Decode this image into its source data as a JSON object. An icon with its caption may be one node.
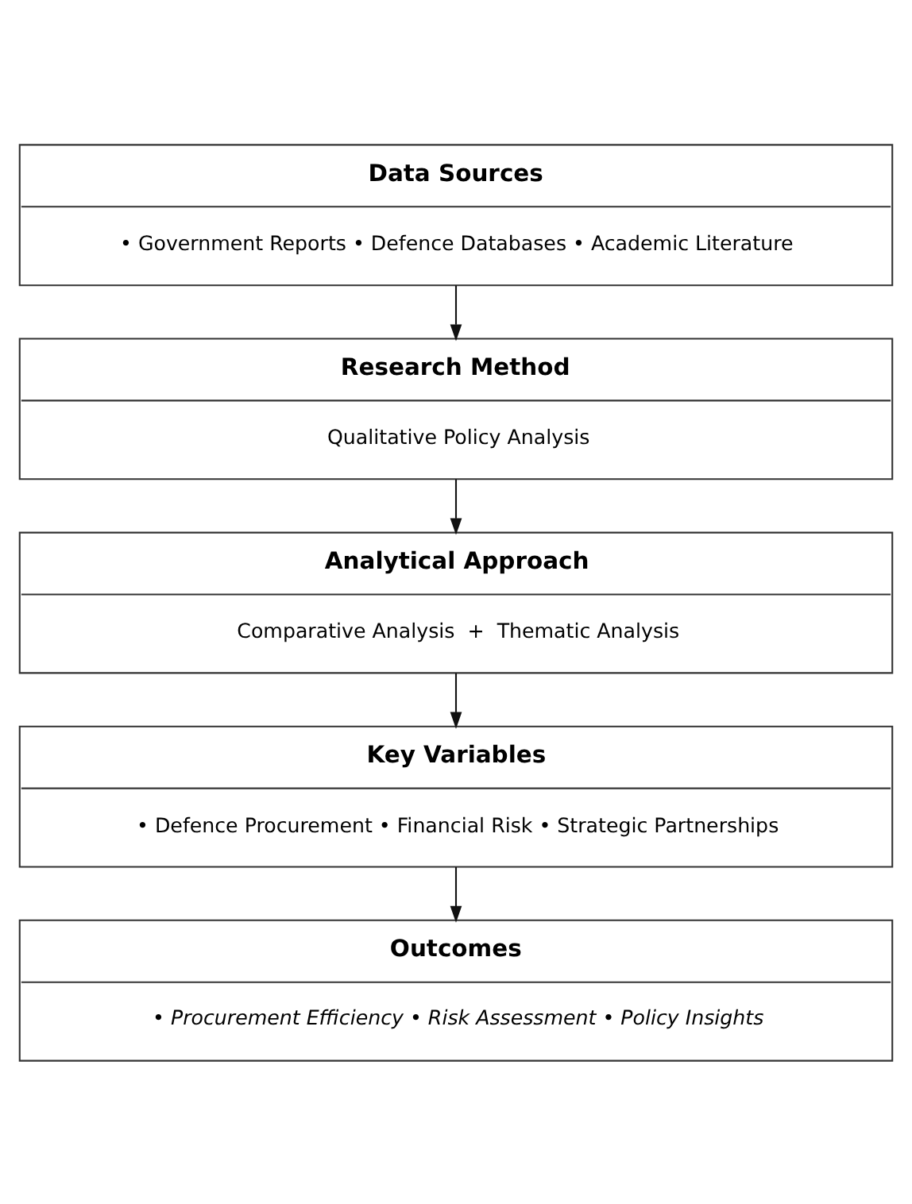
{
  "diagram": {
    "nodes": [
      {
        "text": [
          "Data Sources",
          "• Government Reports • Defence Databases • Academic Literature"
        ]
      },
      {
        "text": [
          "Research Method",
          "Qualitative Policy Analysis"
        ]
      },
      {
        "text": [
          "Analytical Approach",
          "Comparative Analysis  +  Thematic Analysis"
        ]
      },
      {
        "text": [
          "Key Variables",
          "• Defence Procurement • Financial Risk • Strategic Partnerships"
        ]
      },
      {
        "text": [
          "Outcomes",
          "• Procurement Efficiency • Risk Assessment • Policy Insights"
        ]
      }
    ],
    "edges": [
      {
        "from": 0,
        "to": 1,
        "arrow": "to"
      },
      {
        "from": 1,
        "to": 2,
        "arrow": "to"
      },
      {
        "from": 2,
        "to": 3,
        "arrow": "to"
      },
      {
        "from": 3,
        "to": 4,
        "arrow": "to"
      }
    ]
  }
}
